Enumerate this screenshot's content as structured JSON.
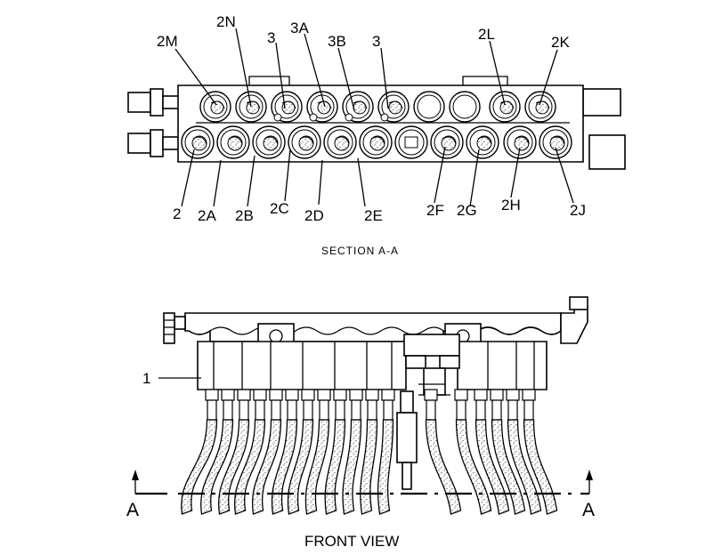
{
  "section_title": "SECTION  A-A",
  "view_title": "FRONT VIEW",
  "section_arrow_left": "A",
  "section_arrow_right": "A",
  "callouts_top": {
    "2M": "2M",
    "2N": "2N",
    "3_left": "3",
    "3A": "3A",
    "3B": "3B",
    "3_right": "3",
    "2L": "2L",
    "2K": "2K"
  },
  "callouts_bottom": {
    "2": "2",
    "2A": "2A",
    "2B": "2B",
    "2C": "2C",
    "2D": "2D",
    "2E": "2E",
    "2F": "2F",
    "2G": "2G",
    "2H": "2H",
    "2J": "2J"
  },
  "front_callout": "1"
}
